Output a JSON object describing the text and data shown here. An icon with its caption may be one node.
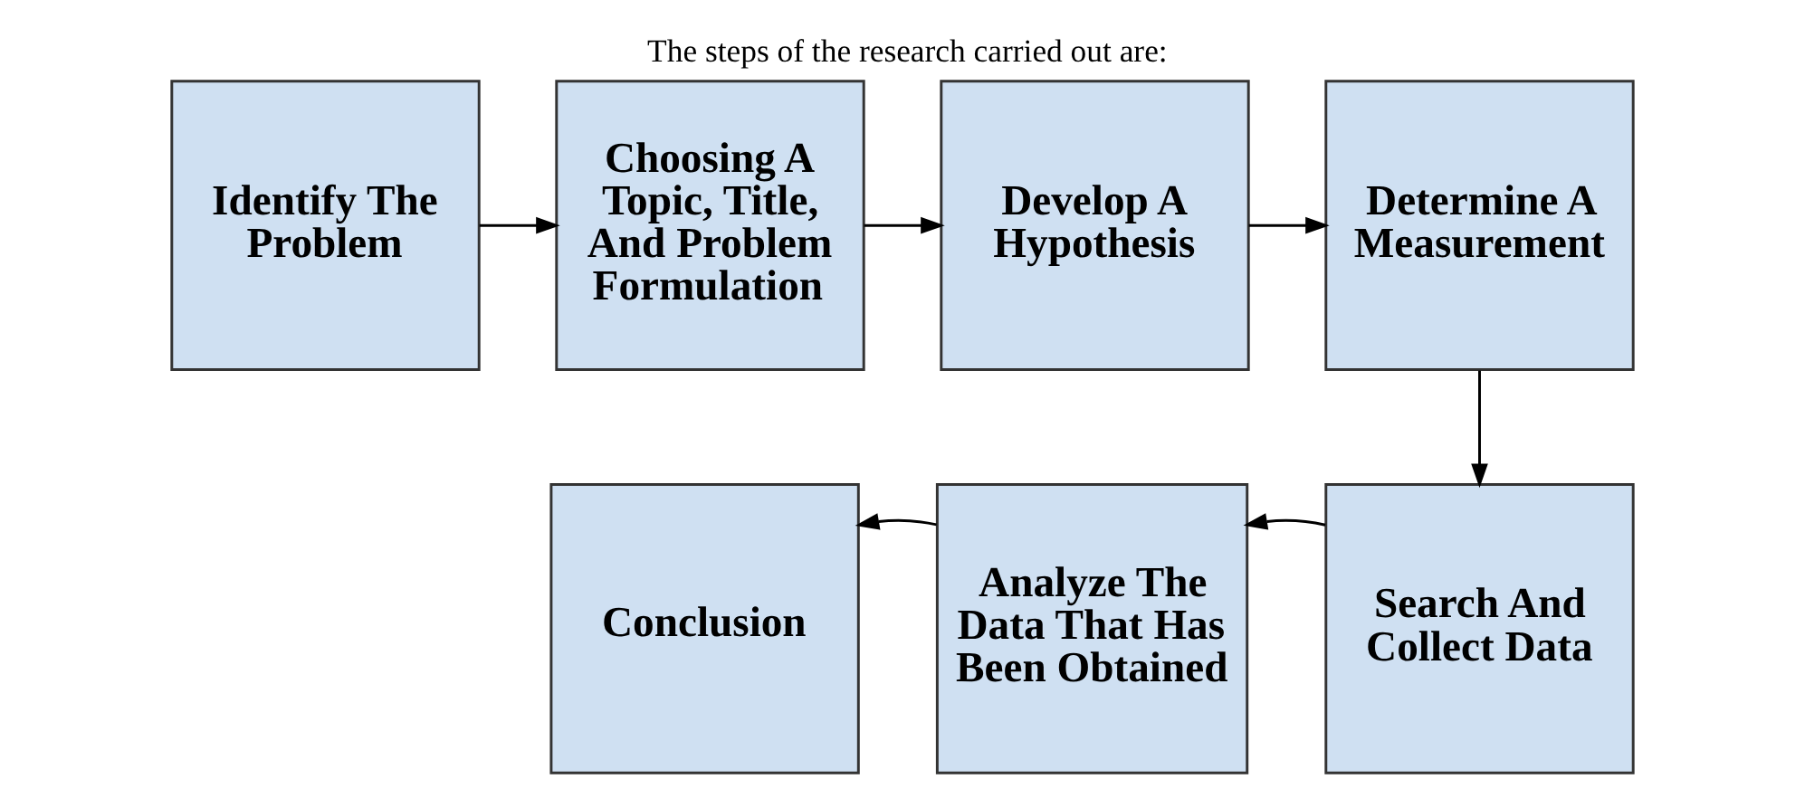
{
  "diagram": {
    "title": "The steps of the research carried out are:",
    "nodes": [
      {
        "text": [
          "Identify The Problem"
        ]
      },
      {
        "text": [
          "Choosing A Topic, Title, And Problem Formulation"
        ]
      },
      {
        "text": [
          "Develop A Hypothesis"
        ]
      },
      {
        "text": [
          "Determine A Measurement"
        ]
      },
      {
        "text": [
          "Conclusion"
        ]
      },
      {
        "text": [
          "Analyze The Data That Has Been Obtained"
        ]
      },
      {
        "text": [
          "Search And Collect Data"
        ]
      }
    ],
    "edges": [
      {
        "from": 0,
        "to": 1,
        "arrow": "to"
      },
      {
        "from": 1,
        "to": 2,
        "arrow": "to"
      },
      {
        "from": 2,
        "to": 3,
        "arrow": "to"
      },
      {
        "from": 3,
        "to": 6,
        "arrow": "to"
      },
      {
        "from": 6,
        "to": 5,
        "arrow": "to"
      },
      {
        "from": 5,
        "to": 4,
        "arrow": "to"
      }
    ]
  }
}
